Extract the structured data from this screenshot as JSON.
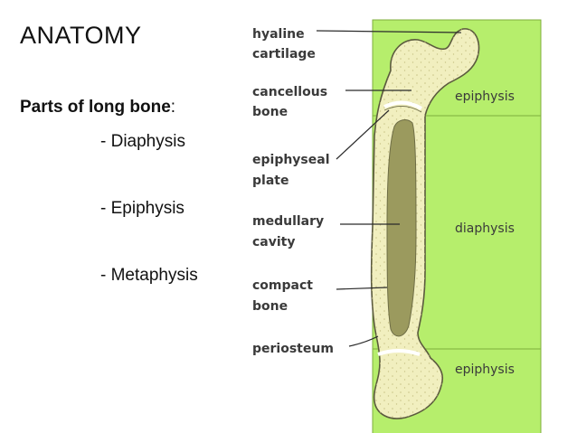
{
  "slide": {
    "title": "ANATOMY",
    "subtitle_bold": "Parts of long bone",
    "subtitle_colon": ":",
    "parts": [
      "- Diaphysis",
      "- Epiphysis",
      "- Metaphysis"
    ]
  },
  "diagram": {
    "labels": {
      "hyaline_line1": "hyaline",
      "hyaline_line2": "cartilage",
      "cancellous_line1": "cancellous",
      "cancellous_line2": "bone",
      "epiphyseal_line1": "epiphyseal",
      "epiphyseal_line2": "plate",
      "medullary_line1": "medullary",
      "medullary_line2": "cavity",
      "compact_line1": "compact",
      "compact_line2": "bone",
      "periosteum": "periosteum"
    },
    "regions": {
      "epiphysis_top": "epiphysis",
      "diaphysis": "diaphysis",
      "epiphysis_bottom": "epiphysis"
    },
    "colors": {
      "region_fill": "#b6ee6c",
      "region_border": "#7fae3d",
      "bone_fill": "#f1efbf",
      "marrow_fill": "#9b9a5e",
      "label_text": "#3a3a3a"
    }
  }
}
